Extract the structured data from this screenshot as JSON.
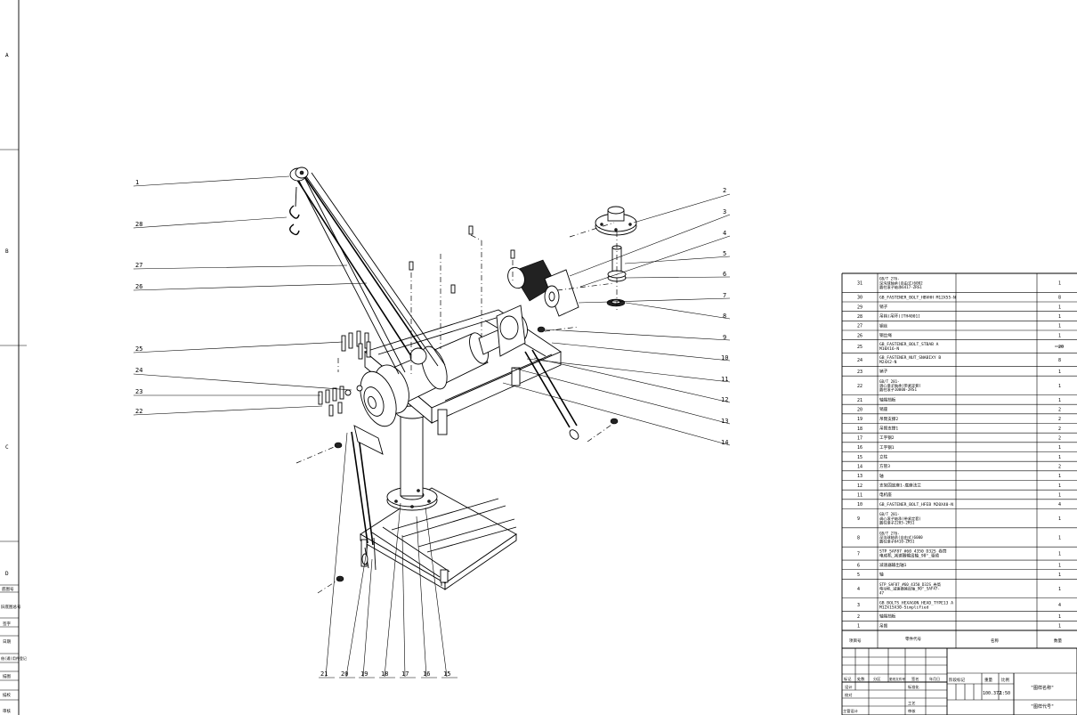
{
  "zones": [
    "A",
    "B",
    "C",
    "D"
  ],
  "left_strip_labels": [
    "底图号",
    "旧底图总号",
    "签字",
    "日期",
    "借(通)用件登记",
    "描图",
    "描校",
    "审核"
  ],
  "balloons_left": [
    "1",
    "28",
    "27",
    "26",
    "25",
    "24",
    "23",
    "22"
  ],
  "balloons_right": [
    "2",
    "3",
    "4",
    "5",
    "6",
    "7",
    "8",
    "9",
    "10",
    "11",
    "12",
    "13",
    "14"
  ],
  "balloons_bottom": [
    "21",
    "20",
    "19",
    "18",
    "17",
    "16",
    "15"
  ],
  "bom": {
    "rows": [
      {
        "no": "31",
        "name": "GB/T 276-\n深沟球轴承(自由式)6002\n圆柱滚子轴承6417-ZRS1",
        "qty": "1"
      },
      {
        "no": "30",
        "name": "GB_FASTENER_BOLT_HBVHH M12X55-N",
        "qty": "8"
      },
      {
        "no": "29",
        "name": "销子",
        "qty": "1"
      },
      {
        "no": "28",
        "name": "吊钩(吊环)[TH4001]",
        "qty": "1"
      },
      {
        "no": "27",
        "name": "钢丝",
        "qty": "1"
      },
      {
        "no": "26",
        "name": "钢丝绳",
        "qty": "1"
      },
      {
        "no": "25",
        "name": "GB_FASTENER_BOLT_STBAB A\nM10X16-N",
        "qty": "20"
      },
      {
        "no": "24",
        "name": "GB_FASTENER_NUT_SNABIXY  B\nM24X2-N",
        "qty": "8"
      },
      {
        "no": "23",
        "name": "销子",
        "qty": "1"
      },
      {
        "no": "22",
        "name": "GB/T 281-\n调心滚子轴承(带紧定套)\n圆柱滚子10000-2RS1",
        "qty": "1"
      },
      {
        "no": "21",
        "name": "轴端挡板",
        "qty": "1"
      },
      {
        "no": "20",
        "name": "销座",
        "qty": "2"
      },
      {
        "no": "19",
        "name": "吊臂支撑2",
        "qty": "2"
      },
      {
        "no": "18",
        "name": "吊臂支撑1",
        "qty": "2"
      },
      {
        "no": "17",
        "name": "工字钢2",
        "qty": "2"
      },
      {
        "no": "16",
        "name": "工字钢1",
        "qty": "1"
      },
      {
        "no": "15",
        "name": "立柱",
        "qty": "1"
      },
      {
        "no": "14",
        "name": "方管3",
        "qty": "2"
      },
      {
        "no": "13",
        "name": "轴",
        "qty": "1"
      },
      {
        "no": "12",
        "name": "支架固定座1-底座法兰",
        "qty": "1"
      },
      {
        "no": "11",
        "name": "电机座",
        "qty": "1"
      },
      {
        "no": "10",
        "name": "GB_FASTENER_BOLT_HFEB M20X40-N",
        "qty": "4"
      },
      {
        "no": "9",
        "name": "GB/T 281-\n调心滚子轴承(带紧定套)\n圆柱滚子2205-2RS1",
        "qty": "1"
      },
      {
        "no": "8",
        "name": "GB/T 276-\n深沟球轴承(自由式)6000\n圆柱滚子6410-ZRS1",
        "qty": "1"
      },
      {
        "no": "7",
        "name": "STP_SAF87_#60_4350_D32S_卷筒\n电动机_减速器输出轴_90°_驱动",
        "qty": "1"
      },
      {
        "no": "6",
        "name": "减速器输出轴1",
        "qty": "1"
      },
      {
        "no": "5",
        "name": "轴",
        "qty": "1"
      },
      {
        "no": "4",
        "name": "STP_SAF87_#60_4350_D32S_卷筒\n电动机_减速器输出轴_90°_SAF47-\n47",
        "qty": "1"
      },
      {
        "no": "3",
        "name": "GB_BOLTS_HEXAGON_HEAD_TYPE13 A\nM12X15X30-Simplified",
        "qty": "4"
      },
      {
        "no": "2",
        "name": "轴端挡板",
        "qty": "1"
      },
      {
        "no": "1",
        "name": "吊臂",
        "qty": "1"
      }
    ],
    "header": {
      "no": "项目号",
      "code": "零件代号",
      "name": "名称",
      "qty": "数量"
    }
  },
  "title_block": {
    "labels": {
      "mark": "标记",
      "count": "处数",
      "zone": "分区",
      "doc": "更改文件号",
      "sign": "签名",
      "date": "年月日",
      "design": "设计",
      "check": "校对",
      "main_design": "主管设计",
      "std": "标准化",
      "process": "工艺",
      "approve": "审核",
      "stage": "阶段标记",
      "weight": "重量",
      "scale": "比例"
    },
    "weight": "100.372",
    "scale": "1:50",
    "title_name": "\"图样名称\"",
    "title_code": "\"图样代号\""
  }
}
